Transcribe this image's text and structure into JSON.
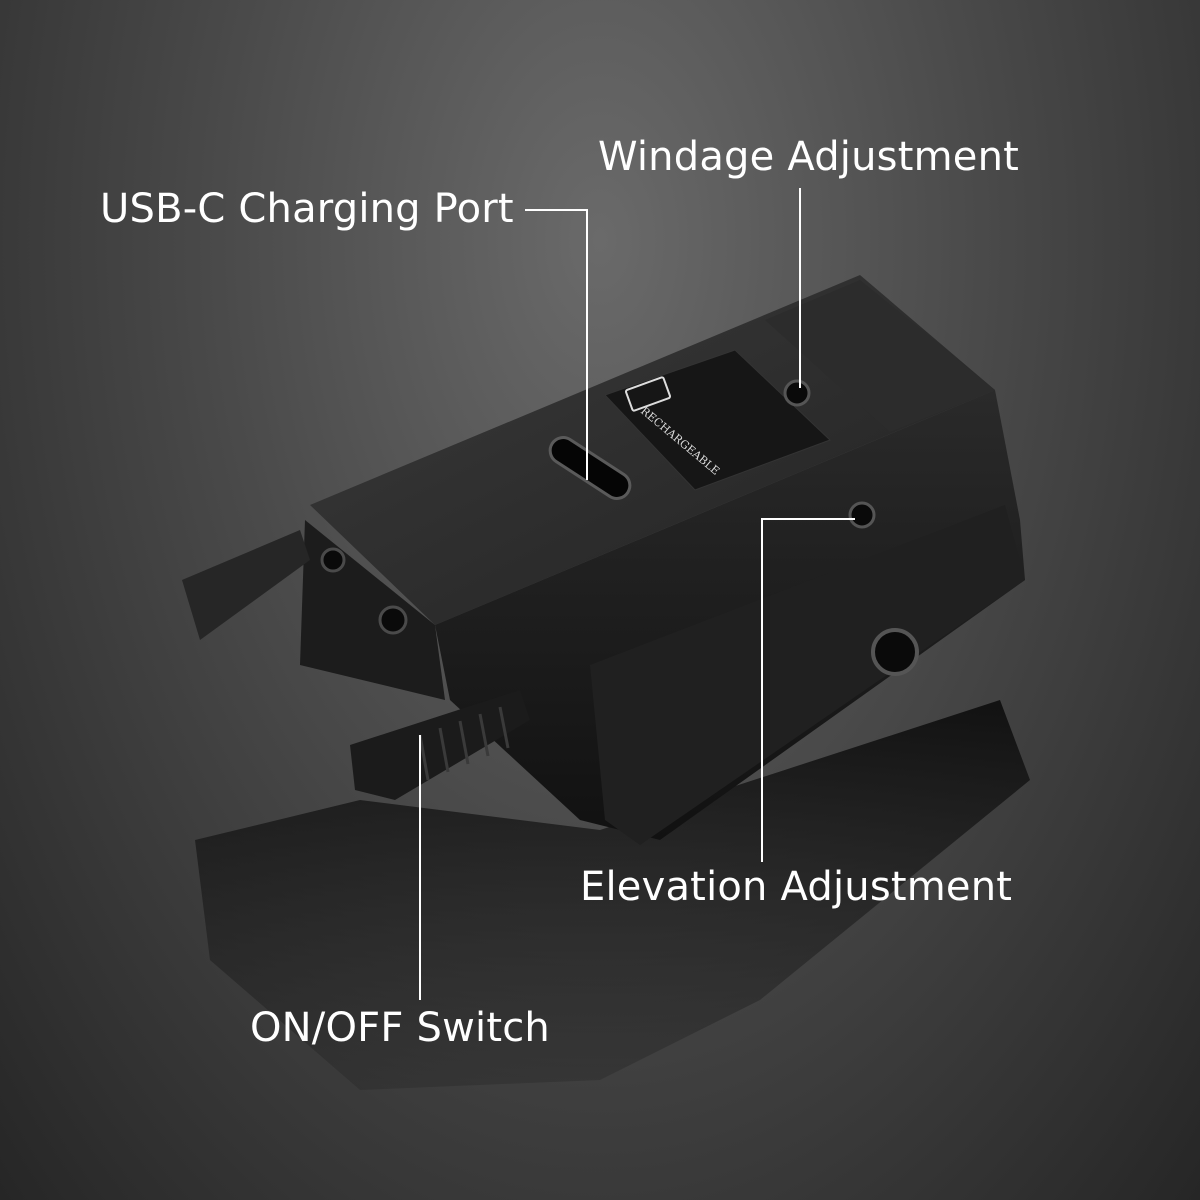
{
  "product": {
    "body_label": "RECHARGEABLE",
    "colors": {
      "background": "#4a4a4a",
      "body": "#1a1a1a",
      "label_text": "#ffffff"
    }
  },
  "callouts": {
    "usb_port": "USB-C Charging Port",
    "windage": "Windage Adjustment",
    "elevation": "Elevation Adjustment",
    "on_off": "ON/OFF Switch"
  }
}
